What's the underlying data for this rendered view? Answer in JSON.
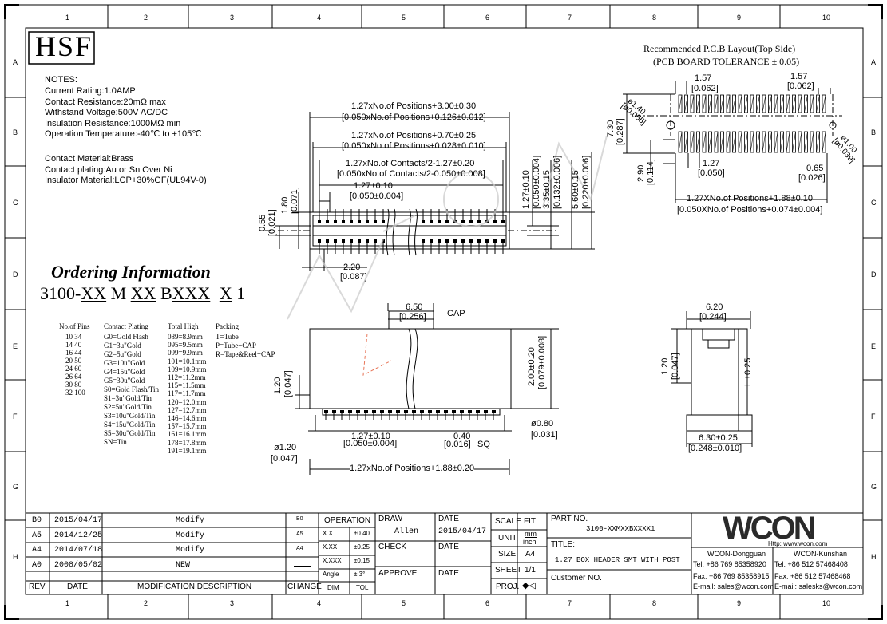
{
  "logo": "HSF",
  "notes": {
    "heading": "NOTES:",
    "lines": [
      "Current Rating:1.0AMP",
      "Contact Resistance:20mΩ max",
      "Withstand Voltage:500V AC/DC",
      "Insulation Resistance:1000MΩ min",
      "Operation Temperature:-40℃ to +105℃"
    ],
    "lines2": [
      "Contact Material:Brass",
      "Contact plating:Au or Sn Over Ni",
      "Insulator Material:LCP+30%GF(UL94V-0)"
    ]
  },
  "grid": {
    "columns": [
      "1",
      "2",
      "3",
      "4",
      "5",
      "6",
      "7",
      "8",
      "9",
      "10"
    ],
    "rows": [
      "A",
      "B",
      "C",
      "D",
      "E",
      "F",
      "G",
      "H"
    ]
  },
  "pcb_layout": {
    "title": "Recommended P.C.B Layout(Top Side)",
    "subtitle": "(PCB BOARD TOLERANCE ± 0.05)",
    "dims": {
      "d157a": "1.57",
      "d157a_in": "[0.062]",
      "d157b": "1.57",
      "d157b_in": "[0.062]",
      "d140": "ø1.40",
      "d140_in": "[ø0.055]",
      "d730": "7.30",
      "d730_in": "[0.287]",
      "d290": "2.90",
      "d290_in": "[0.114]",
      "d127": "1.27",
      "d127_in": "[0.050]",
      "d065": "0.65",
      "d065_in": "[0.026]",
      "d100": "ø1.00",
      "d100_in": "[ø0.039]",
      "len": "1.27XNo.of Positions+1.88±0.10",
      "len_in": "[0.050XNo.of Positions+0.074±0.004]"
    }
  },
  "top_view": {
    "d1": "1.27xNo.of Positions+3.00±0.30",
    "d1_in": "[0.050xNo.of Positions+0.126±0.012]",
    "d2": "1.27xNo.of Positions+0.70±0.25",
    "d2_in": "[0.050xNo.of Positions+0.028±0.010]",
    "d3": "1.27xNo.of Contacts/2-1.27±0.20",
    "d3_in": "[0.050xNo.of Contacts/2-0.050±0.008]",
    "d4": "1.27±0.10",
    "d4_in": "[0.050±0.004]",
    "h180": "1.80",
    "h180_in": "[0.071]",
    "h055": "0.55",
    "h055_in": "[0.021]",
    "w220": "2.20",
    "w220_in": "[0.087]",
    "v127": "1.27±0.10",
    "v127_in": "[0.050±0.004]",
    "v335": "3.35±0.15",
    "v335_in": "[0.132±0.006]",
    "v560": "5.60±0.15",
    "v560_in": "[0.220±0.006]"
  },
  "ordering": {
    "title": "Ordering Information",
    "part_prefix": "3100-",
    "seg_xx1": "XX",
    "seg_m": "M",
    "seg_xx2": "XX",
    "seg_b": "B",
    "seg_xxx": "XXX",
    "seg_x": "X",
    "seg_1": "1",
    "headers": [
      "No.of Pins",
      "Contact Plating",
      "Total High",
      "Packing"
    ],
    "pins": [
      "10  34",
      "14  40",
      "16  44",
      "20  50",
      "24  60",
      "26  64",
      "30  80",
      "32 100"
    ],
    "plating": [
      "G0=Gold Flash",
      "G1=3u\"Gold",
      "G2=5u\"Gold",
      "G3=10u\"Gold",
      "G4=15u\"Gold",
      "G5=30u\"Gold",
      "S0=Gold Flash/Tin",
      "S1=3u\"Gold/Tin",
      "S2=5u\"Gold/Tin",
      "S3=10u\"Gold/Tin",
      "S4=15u\"Gold/Tin",
      "S5=30u\"Gold/Tin",
      "SN=Tin"
    ],
    "high": [
      "089=8.9mm",
      "095=9.5mm",
      "099=9.9mm",
      "101=10.1mm",
      "109=10.9mm",
      "112=11.2mm",
      "115=11.5mm",
      "117=11.7mm",
      "120=12.0mm",
      "127=12.7mm",
      "146=14.6mm",
      "157=15.7mm",
      "161=16.1mm",
      "178=17.8mm",
      "191=19.1mm"
    ],
    "packing": [
      "T=Tube",
      "P=Tube+CAP",
      "R=Tape&Reel+CAP"
    ]
  },
  "front_view": {
    "d650": "6.50",
    "d650_in": "[0.256]",
    "cap": "CAP",
    "h120": "1.20",
    "h120_in": "[0.047]",
    "h200": "2.00±0.20",
    "h200_in": "[0.079±0.008]",
    "d080": "ø0.80",
    "d080_in": "[0.031]",
    "p127": "1.27±0.10",
    "p127_in": "[0.050±0.004]",
    "sq040": "0.40",
    "sq040_in": "[0.016]",
    "sq": "SQ",
    "d120": "ø1.20",
    "d120_in": "[0.047]",
    "len": "1.27xNo.of Positions+1.88±0.20"
  },
  "side_view": {
    "w620": "6.20",
    "w620_in": "[0.244]",
    "h120": "1.20",
    "h120_in": "[0.047]",
    "hh": "H±0.25",
    "w630": "6.30±0.25",
    "w630_in": "[0.248±0.010]"
  },
  "watermark": "WCON",
  "revisions": [
    {
      "rev": "B0",
      "date": "2015/04/17",
      "desc": "Modify",
      "chg": "B0"
    },
    {
      "rev": "A5",
      "date": "2014/12/25",
      "desc": "Modify",
      "chg": "A5"
    },
    {
      "rev": "A4",
      "date": "2014/07/18",
      "desc": "Modify",
      "chg": "A4"
    },
    {
      "rev": "A0",
      "date": "2008/05/02",
      "desc": "NEW",
      "chg": ""
    }
  ],
  "rev_header": {
    "rev": "REV",
    "date": "DATE",
    "desc": "MODIFICATION DESCRIPTION",
    "chg": "CHANGE"
  },
  "title_block": {
    "operation": "OPERATION",
    "tol": [
      [
        "X.X",
        "±0.40"
      ],
      [
        "X.XX",
        "±0.25"
      ],
      [
        "X.XXX",
        "±0.15"
      ],
      [
        "Angle",
        "± 3°"
      ]
    ],
    "dim": "DIM",
    "tol_label": "TOL",
    "draw": "DRAW",
    "draw_name": "Allen",
    "date": "DATE",
    "draw_date": "2015/04/17",
    "check": "CHECK",
    "check_date_label": "DATE",
    "approve": "APPROVE",
    "approve_date_label": "DATE",
    "scale": "SCALE",
    "scale_val": "FIT",
    "unit": "UNIT",
    "unit_mm": "mm",
    "unit_inch": "inch",
    "size": "SIZE",
    "size_val": "A4",
    "sheet": "SHEET",
    "sheet_val": "1/1",
    "proj": "PROJ.",
    "proj_val": "◆◁",
    "part_no_label": "PART NO.",
    "part_no": "3100-XXMXXBXXXX1",
    "title_label": "TITLE:",
    "title": "1.27 BOX HEADER SMT WITH POST",
    "customer": "Customer NO.",
    "brand": "WCON",
    "http": "Http: www.wcon.com",
    "dg_name": "WCON-Dongguan",
    "dg_tel": "Tel: +86 769 85358920",
    "dg_fax": "Fax: +86 769 85358915",
    "dg_mail": "E-mail: sales@wcon.com",
    "ks_name": "WCON-Kunshan",
    "ks_tel": "Tel: +86 512 57468408",
    "ks_fax": "Fax: +86 512 57468468",
    "ks_mail": "E-mail: salesks@wcon.com"
  }
}
